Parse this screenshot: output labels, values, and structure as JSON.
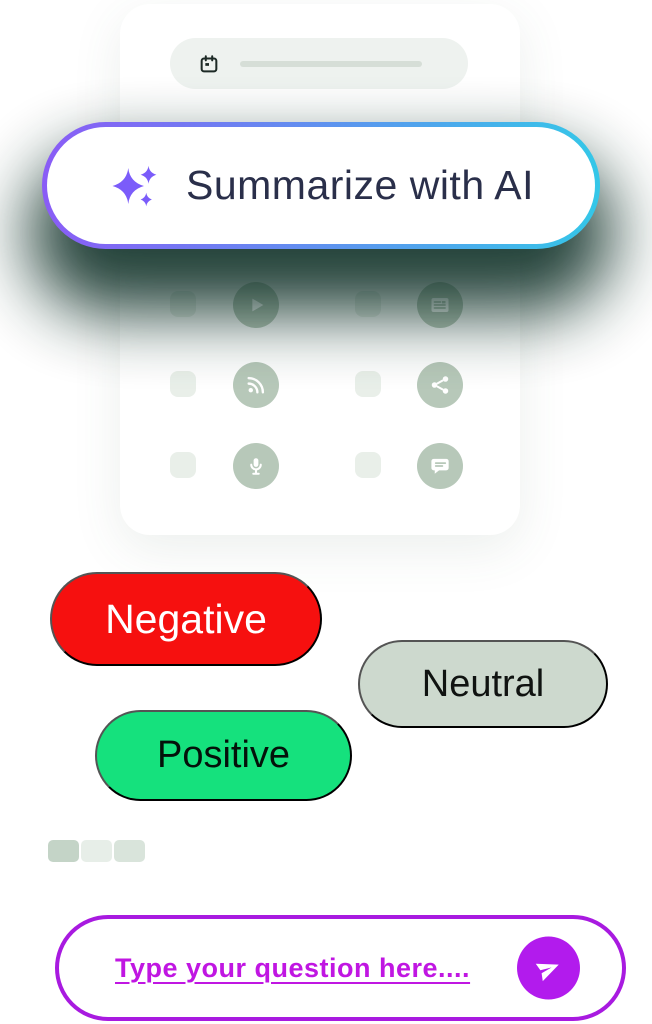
{
  "theme": {
    "accent_purple": "#7b5cfa",
    "ai_border_gradient_start": "#8a5cf6",
    "ai_border_gradient_end": "#34c7e8",
    "glow_dark_green": "#12332a",
    "negative_red": "#f6100f",
    "neutral_sage": "#cdd9ce",
    "positive_green": "#15e17d",
    "magenta": "#b01ce6",
    "icon_circle_sage": "#b7c8b9",
    "skeleton_gray": "#e9efe9"
  },
  "card": {
    "search_bar": {
      "icon": "calendar-icon"
    },
    "ai_button": {
      "label": "Summarize with AI",
      "icon": "sparkles-icon"
    },
    "icon_grid": [
      "play",
      "news-list",
      "rss-feed",
      "share",
      "podcast",
      "chat"
    ]
  },
  "sentiment_tags": {
    "negative": {
      "label": "Negative",
      "color": "#f6100f"
    },
    "neutral": {
      "label": "Neutral",
      "color": "#cdd9ce"
    },
    "positive": {
      "label": "Positive",
      "color": "#15e17d"
    }
  },
  "segments": {
    "colors": [
      "#c4d4c7",
      "#e7eee8",
      "#d9e4db"
    ]
  },
  "chat": {
    "placeholder": "Type your question here....",
    "send_icon": "paper-plane-icon"
  }
}
